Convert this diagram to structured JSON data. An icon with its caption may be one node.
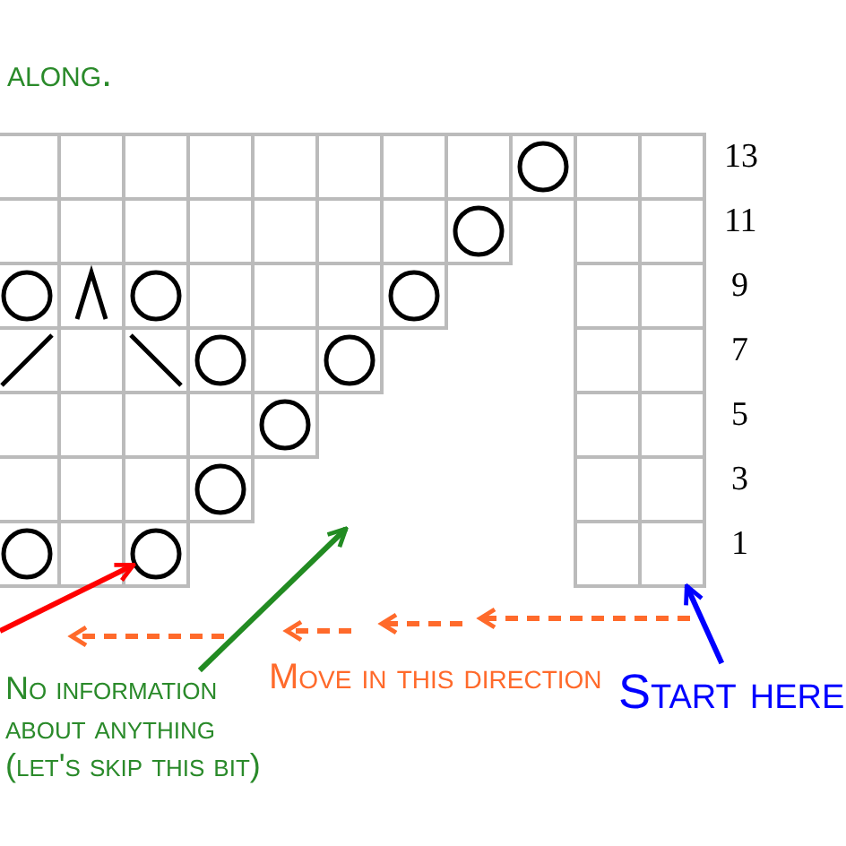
{
  "diagram": {
    "nodes": [
      {
        "text": [
          "No information about anything (let's skip this bit)"
        ]
      },
      {
        "text": [
          "Start here"
        ]
      },
      {
        "text": [],
        "shape": "circle"
      },
      {
        "text": [],
        "shape": "box"
      }
    ],
    "edges": [
      {
        "from": null,
        "to": 2,
        "arrow": "to",
        "color": "#ff0000"
      },
      {
        "from": 0,
        "to": null,
        "arrow": "to",
        "color": "#228b22"
      },
      {
        "from": 1,
        "to": 3,
        "arrow": "to",
        "color": "#0000ff"
      }
    ],
    "labels": [
      "along.",
      "13",
      "11",
      "9",
      "7",
      "5",
      "3",
      "1",
      "Move in this direction"
    ]
  }
}
